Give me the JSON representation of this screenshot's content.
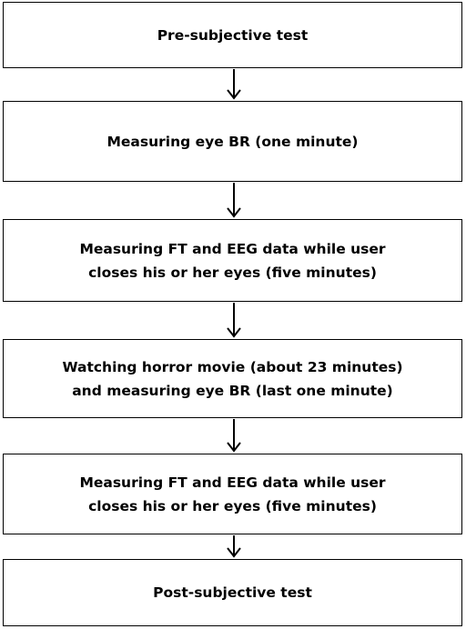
{
  "flowchart": {
    "steps": [
      {
        "label": "Pre-subjective test"
      },
      {
        "label": "Measuring eye BR (one minute)"
      },
      {
        "label": "Measuring FT and EEG data while user\ncloses his or her eyes (five minutes)"
      },
      {
        "label": "Watching horror movie (about 23 minutes)\nand measuring eye BR (last one minute)"
      },
      {
        "label": "Measuring FT and EEG data while user\ncloses his or her eyes (five minutes)"
      },
      {
        "label": "Post-subjective test"
      }
    ]
  }
}
